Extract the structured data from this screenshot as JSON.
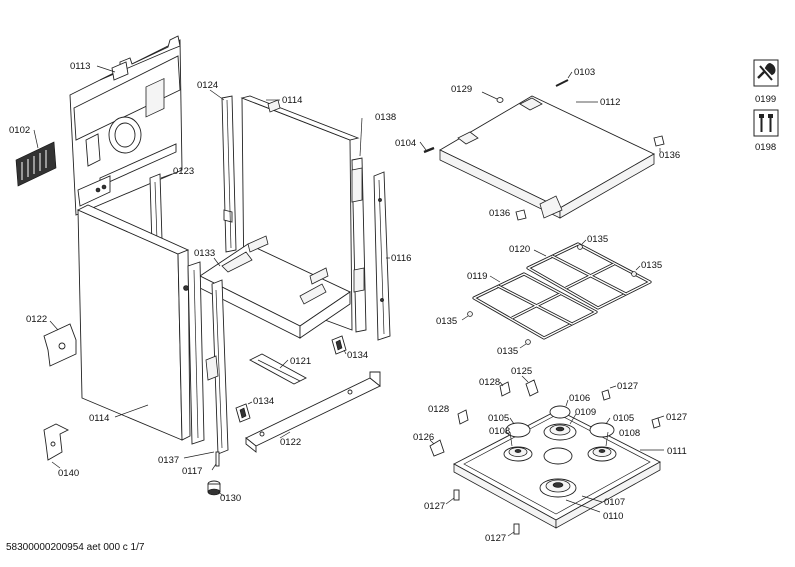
{
  "labels": {
    "p0113": "0113",
    "p0102": "0102",
    "p0123": "0123",
    "p0124": "0124",
    "p0114_top": "0114",
    "p0138": "0138",
    "p0116": "0116",
    "p0133": "0133",
    "p0122_left": "0122",
    "p0114_bottom": "0114",
    "p0121": "0121",
    "p0134_upper": "0134",
    "p0134_lower": "0134",
    "p0122_bottom": "0122",
    "p0140": "0140",
    "p0137": "0137",
    "p0117": "0117",
    "p0130": "0130",
    "p0103": "0103",
    "p0129": "0129",
    "p0112": "0112",
    "p0104": "0104",
    "p0136_right": "0136",
    "p0136_left": "0136",
    "p0120": "0120",
    "p0135_a": "0135",
    "p0135_b": "0135",
    "p0119": "0119",
    "p0135_c": "0135",
    "p0135_d": "0135",
    "p0128_a": "0128",
    "p0125": "0125",
    "p0127_a": "0127",
    "p0128_b": "0128",
    "p0106": "0106",
    "p0105_a": "0105",
    "p0109": "0109",
    "p0105_b": "0105",
    "p0127_b": "0127",
    "p0126": "0126",
    "p0108_a": "0108",
    "p0108_b": "0108",
    "p0111": "0111",
    "p0107": "0107",
    "p0110": "0110",
    "p0127_c": "0127",
    "p0127_d": "0127",
    "p0199": "0199",
    "p0198": "0198"
  },
  "footer": "58300000200954 aet 000 c 1/7"
}
